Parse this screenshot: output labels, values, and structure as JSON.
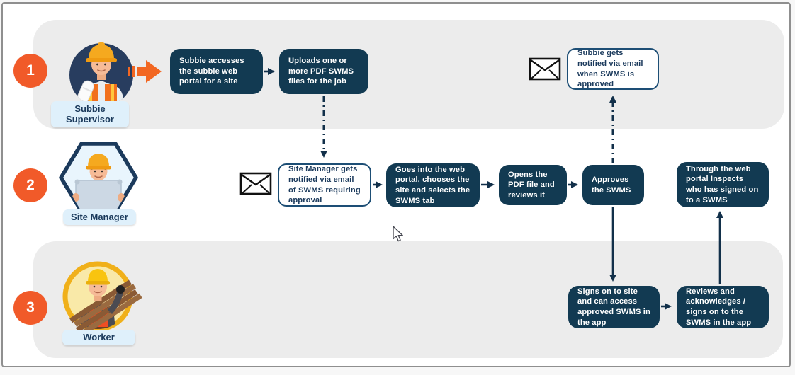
{
  "palette": {
    "accent_orange": "#f15a29",
    "dark_box": "#123a52",
    "navy_text": "#1b3a5c",
    "lane_gray": "#ececec",
    "label_pill_bg": "#dff0fb",
    "white_box_border": "#1d4e75"
  },
  "lanes": [
    {
      "number": "1",
      "actor": "Subbie Supervisor"
    },
    {
      "number": "2",
      "actor": "Site Manager"
    },
    {
      "number": "3",
      "actor": "Worker"
    }
  ],
  "steps": {
    "subbie_access": "Subbie accesses the subbie web portal for a site",
    "upload_pdf": "Uploads one or more PDF SWMS files for the job",
    "subbie_notified": "Subbie gets notified via email when SWMS is approved",
    "manager_notified": "Site Manager gets notified via email of SWMS requiring approval",
    "goes_portal": "Goes into the web portal, chooses the site and selects the SWMS tab",
    "opens_pdf": "Opens the PDF file and reviews it",
    "approves": "Approves the SWMS",
    "inspects": "Through the web portal Inspects who has signed on to a SWMS",
    "signs_on_site": "Signs on to site and can access approved SWMS in the app",
    "reviews_acknowledges": "Reviews and acknowledges / signs on to the SWMS in the app"
  },
  "icons": {
    "email": "envelope-icon",
    "flow_arrow": "arrow-icon",
    "start_arrow": "orange-impact-arrow-icon"
  }
}
